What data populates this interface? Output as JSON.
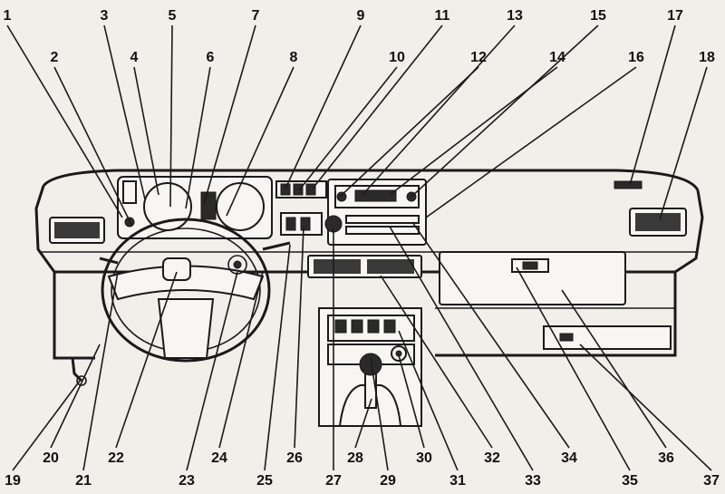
{
  "callouts": [
    {
      "n": "1"
    },
    {
      "n": "2"
    },
    {
      "n": "3"
    },
    {
      "n": "4"
    },
    {
      "n": "5"
    },
    {
      "n": "6"
    },
    {
      "n": "7"
    },
    {
      "n": "8"
    },
    {
      "n": "9"
    },
    {
      "n": "10"
    },
    {
      "n": "11"
    },
    {
      "n": "12"
    },
    {
      "n": "13"
    },
    {
      "n": "14"
    },
    {
      "n": "15"
    },
    {
      "n": "16"
    },
    {
      "n": "17"
    },
    {
      "n": "18"
    },
    {
      "n": "19"
    },
    {
      "n": "20"
    },
    {
      "n": "21"
    },
    {
      "n": "22"
    },
    {
      "n": "23"
    },
    {
      "n": "24"
    },
    {
      "n": "25"
    },
    {
      "n": "26"
    },
    {
      "n": "27"
    },
    {
      "n": "28"
    },
    {
      "n": "29"
    },
    {
      "n": "30"
    },
    {
      "n": "31"
    },
    {
      "n": "32"
    },
    {
      "n": "33"
    },
    {
      "n": "34"
    },
    {
      "n": "35"
    },
    {
      "n": "36"
    },
    {
      "n": "37"
    }
  ]
}
